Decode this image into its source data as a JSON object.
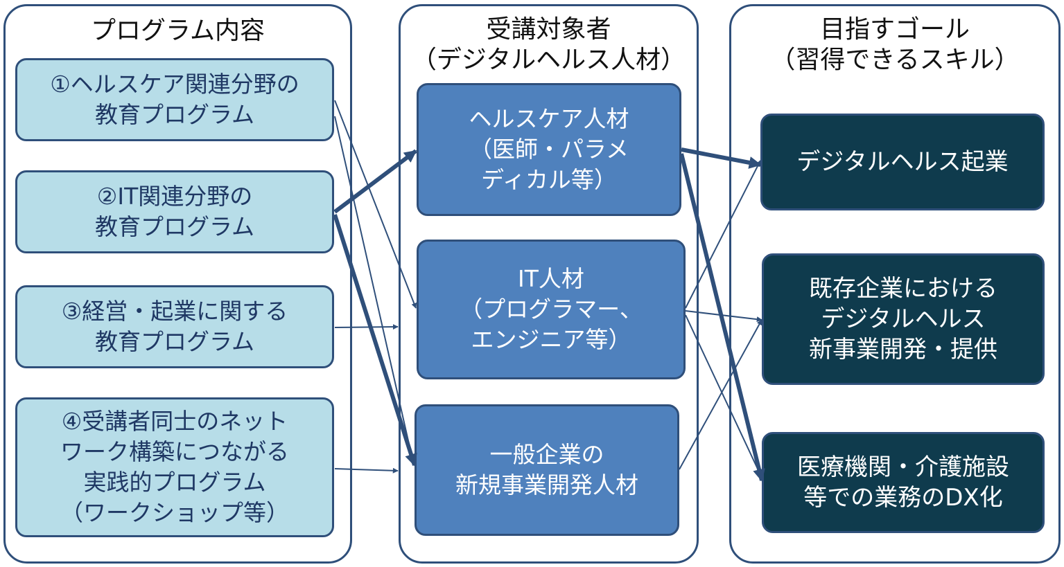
{
  "columns": {
    "programs": {
      "title": "プログラム内容"
    },
    "targets": {
      "title": "受講対象者\n（デジタルヘルス人材）"
    },
    "goals": {
      "title": "目指すゴール\n（習得できるスキル）"
    }
  },
  "programs": [
    {
      "label": "①ヘルスケア関連分野の\n教育プログラム"
    },
    {
      "label": "②IT関連分野の\n教育プログラム"
    },
    {
      "label": "③経営・起業に関する\n教育プログラム"
    },
    {
      "label": "④受講者同士のネット\nワーク構築につながる\n実践的プログラム\n（ワークショップ等）"
    }
  ],
  "targets": [
    {
      "label": "ヘルスケア人材\n（医師・パラメ\nディカル等）"
    },
    {
      "label": "IT人材\n（プログラマー、\nエンジニア等）"
    },
    {
      "label": "一般企業の\n新規事業開発人材"
    }
  ],
  "goals": [
    {
      "label": "デジタルヘルス起業"
    },
    {
      "label": "既存企業における\nデジタルヘルス\n新事業開発・提供"
    },
    {
      "label": "医療機関・介護施設\n等での業務のDX化"
    }
  ],
  "colors": {
    "arrow": "#2f4f7a",
    "program_fill": "#b7dde8",
    "target_fill": "#4f81bd",
    "goal_fill": "#0f3b4d"
  }
}
